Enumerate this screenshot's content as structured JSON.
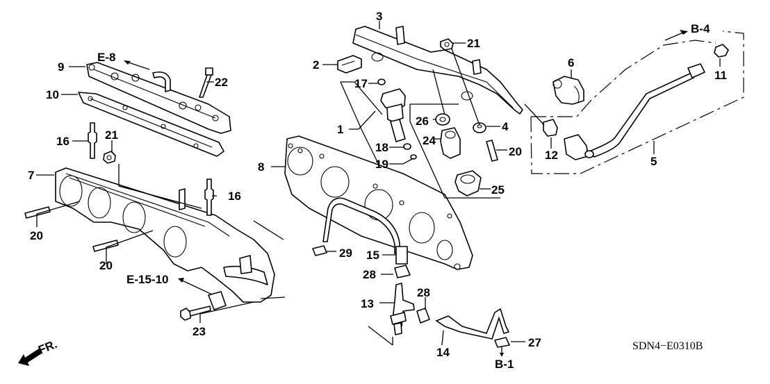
{
  "diagram": {
    "code": "SDN4−E0310B",
    "front_indicator": "FR.",
    "references": {
      "e8": "E-8",
      "e15_10": "E-15-10",
      "b4": "B-4",
      "b1": "B-1"
    },
    "callouts": {
      "c1": "1",
      "c2": "2",
      "c3": "3",
      "c4": "4",
      "c5": "5",
      "c6": "6",
      "c7": "7",
      "c8": "8",
      "c9": "9",
      "c10": "10",
      "c11": "11",
      "c12": "12",
      "c13": "13",
      "c14": "14",
      "c15": "15",
      "c16a": "16",
      "c16b": "16",
      "c17": "17",
      "c18": "18",
      "c19": "19",
      "c20a": "20",
      "c20b": "20",
      "c20c": "20",
      "c21a": "21",
      "c21b": "21",
      "c22": "22",
      "c23": "23",
      "c24": "24",
      "c25": "25",
      "c26": "26",
      "c27": "27",
      "c28a": "28",
      "c28b": "28",
      "c29": "29"
    }
  }
}
